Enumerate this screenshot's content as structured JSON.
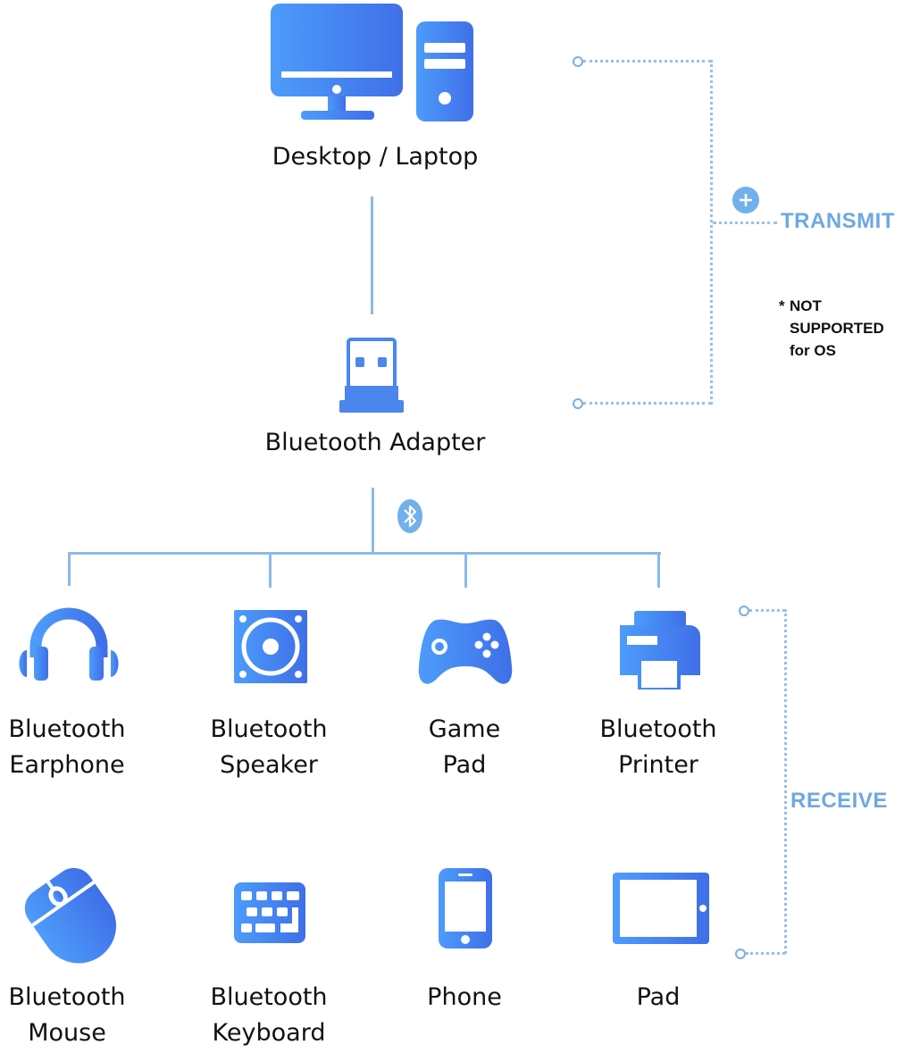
{
  "colors": {
    "icon_gradient_start": "#4d9cfb",
    "icon_gradient_end": "#3f6fe8",
    "connector": "#8bbbe8",
    "accent_label": "#6fa8e3",
    "text": "#111111"
  },
  "source": {
    "label": "Desktop / Laptop",
    "icon": "desktop-computer-icon"
  },
  "adapter": {
    "label": "Bluetooth Adapter",
    "icon": "usb-bluetooth-adapter-icon",
    "link_icon": "bluetooth-icon"
  },
  "transmit": {
    "label": "TRANSMIT",
    "icon": "plus-circle-icon",
    "note_marker": "*",
    "note_lines": [
      "NOT",
      "SUPPORTED",
      "for OS"
    ]
  },
  "receive": {
    "label": "RECEIVE"
  },
  "devices_row1": [
    {
      "line1": "Bluetooth",
      "line2": "Earphone",
      "icon": "headphones-icon"
    },
    {
      "line1": "Bluetooth",
      "line2": "Speaker",
      "icon": "speaker-icon"
    },
    {
      "line1": "Game",
      "line2": "Pad",
      "icon": "gamepad-icon"
    },
    {
      "line1": "Bluetooth",
      "line2": "Printer",
      "icon": "printer-icon"
    }
  ],
  "devices_row2": [
    {
      "line1": "Bluetooth",
      "line2": "Mouse",
      "icon": "mouse-icon"
    },
    {
      "line1": "Bluetooth",
      "line2": "Keyboard",
      "icon": "keyboard-icon"
    },
    {
      "line1": "Phone",
      "line2": "",
      "icon": "phone-icon"
    },
    {
      "line1": "Pad",
      "line2": "",
      "icon": "tablet-icon"
    }
  ]
}
